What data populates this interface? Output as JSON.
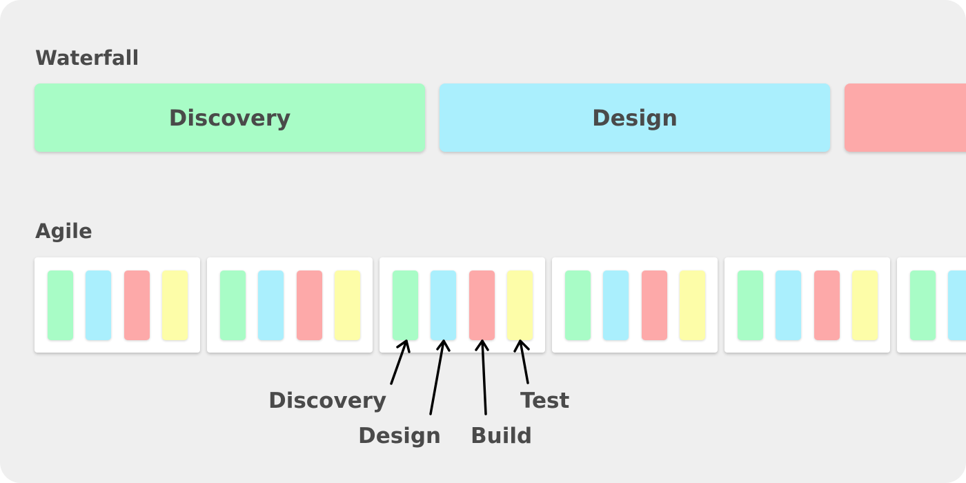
{
  "colors": {
    "background": "#efefef",
    "text": "#4a4a4a",
    "sprint_card": "#ffffff",
    "discovery": "#a8fcc6",
    "design": "#aaeffd",
    "build": "#fda9a9",
    "test": "#fdfda8"
  },
  "waterfall": {
    "title": "Waterfall",
    "phases": [
      {
        "label": "Discovery",
        "color": "#a8fcc6"
      },
      {
        "label": "Design",
        "color": "#aaeffd"
      },
      {
        "label": "",
        "color": "#fda9a9"
      }
    ]
  },
  "agile": {
    "title": "Agile",
    "sprint_count": 6,
    "chip_colors": [
      "#a8fcc6",
      "#aaeffd",
      "#fda9a9",
      "#fdfda8"
    ],
    "callouts": {
      "discovery": "Discovery",
      "design": "Design",
      "build": "Build",
      "test": "Test"
    }
  }
}
